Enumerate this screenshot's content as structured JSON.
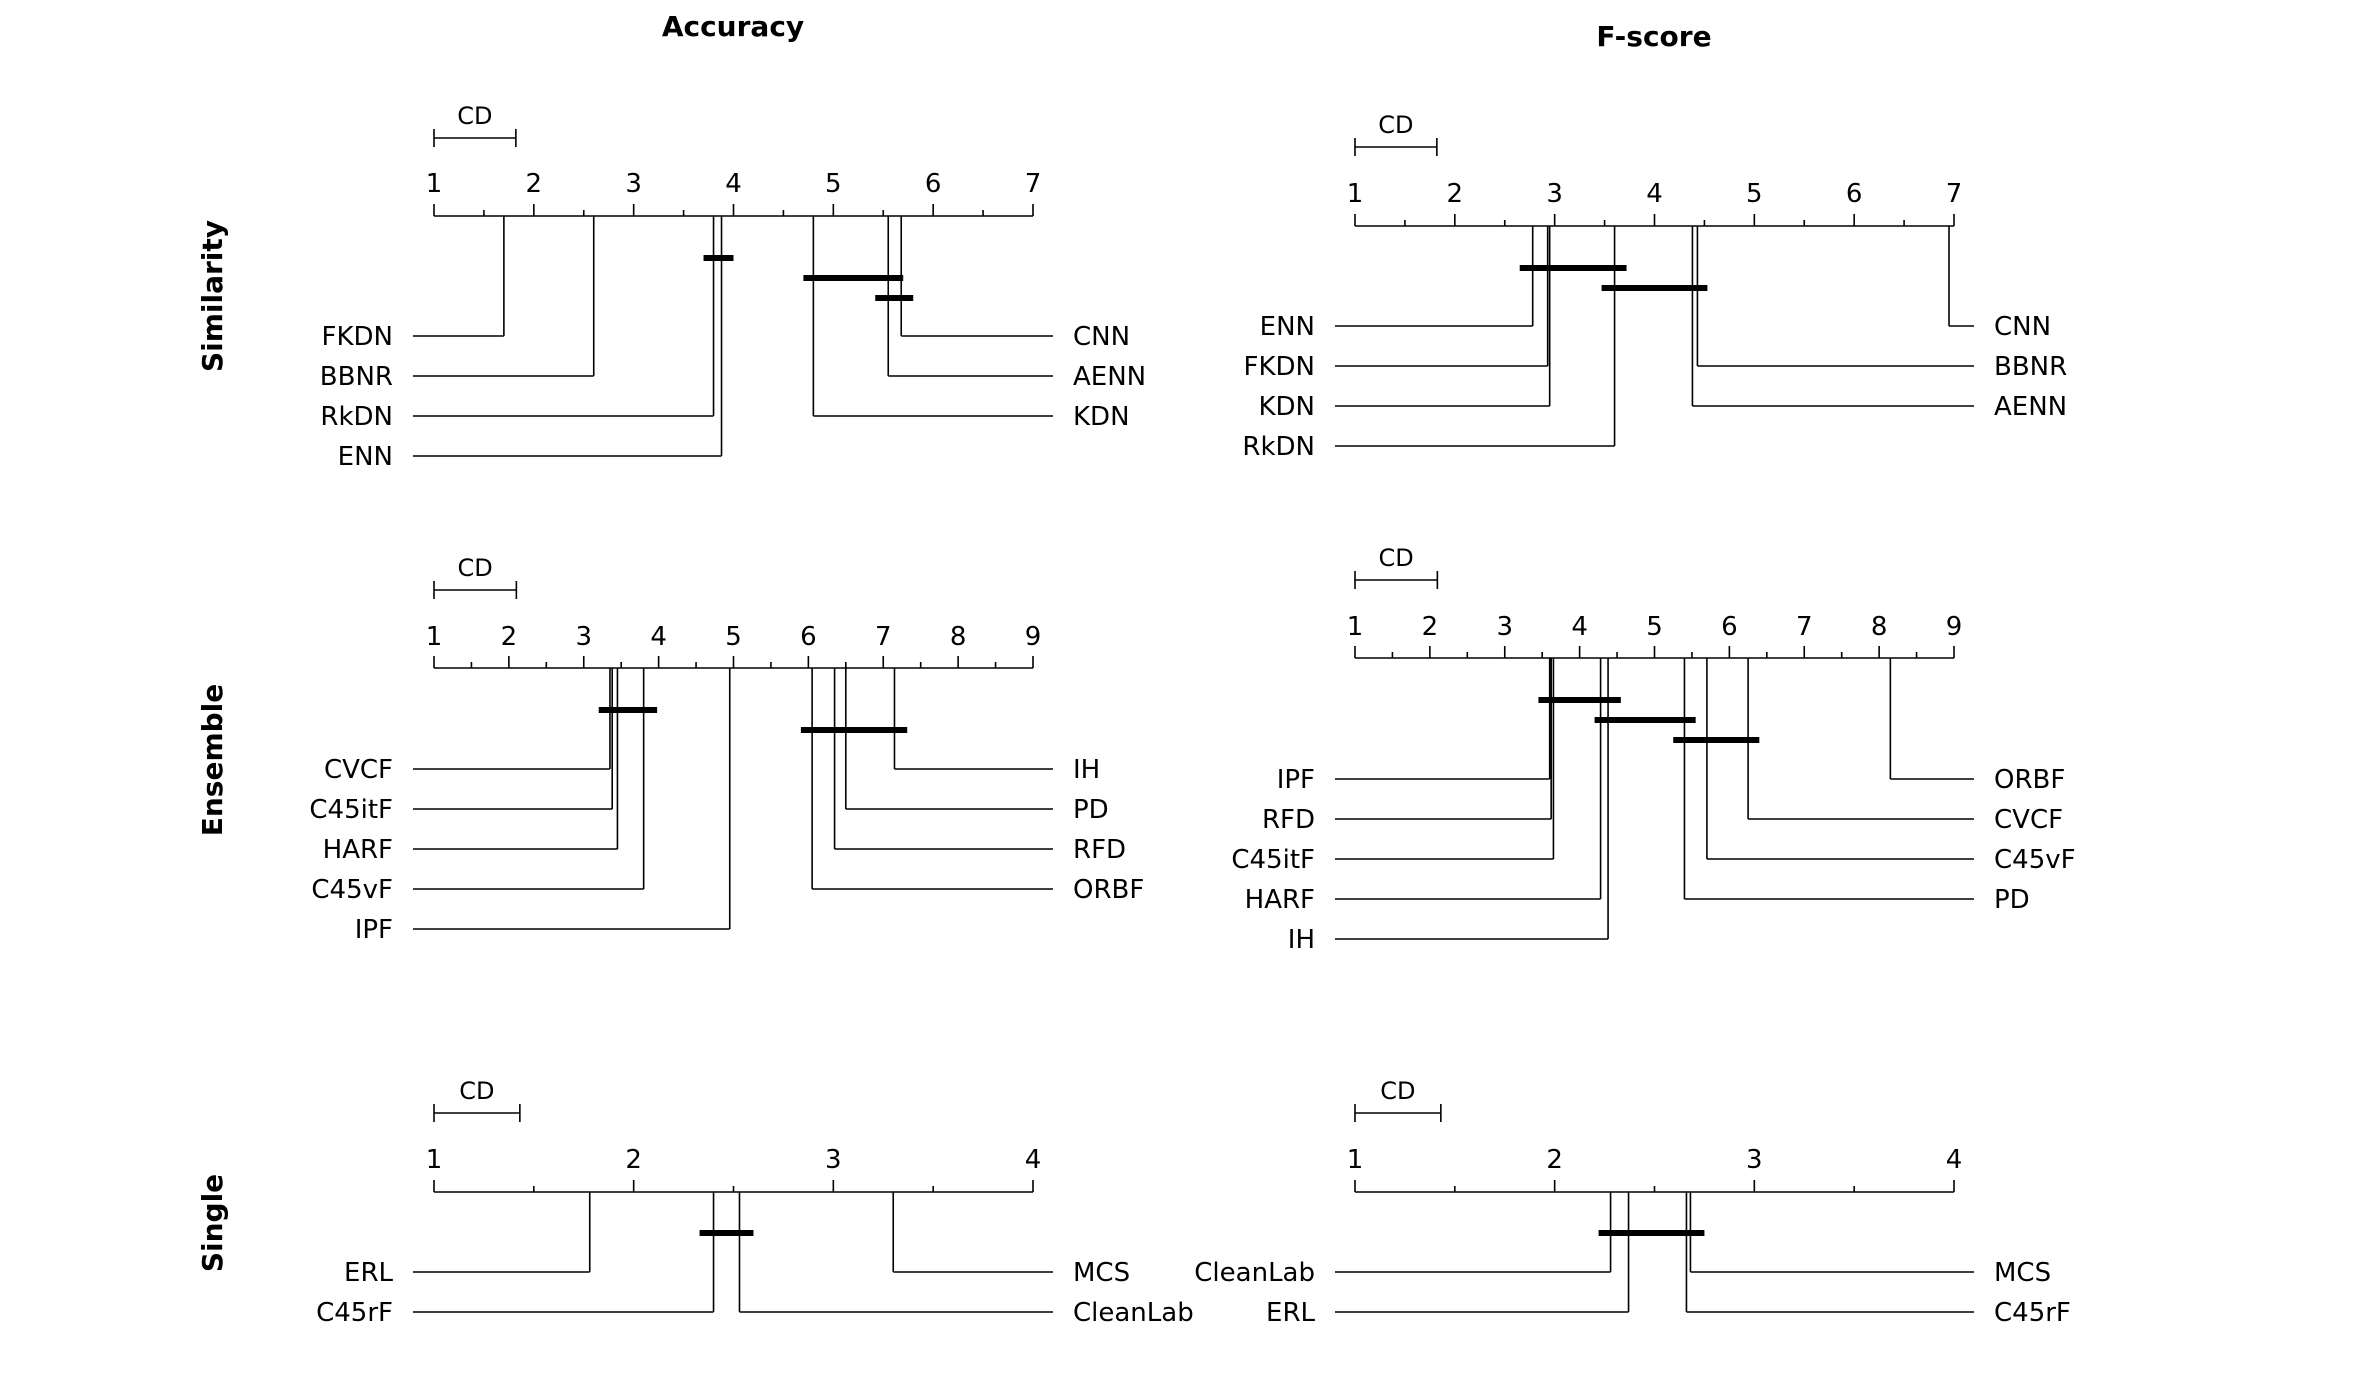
{
  "column_titles": [
    "Accuracy",
    "F-score"
  ],
  "row_titles": [
    "Similarity",
    "Ensemble",
    "Single"
  ],
  "chart_data": [
    {
      "type": "critical-difference",
      "column": "Accuracy",
      "row": "Similarity",
      "cd_label": "CD",
      "cd_value": 0.82,
      "axis_range": [
        1,
        7
      ],
      "ticks": [
        1,
        2,
        3,
        4,
        5,
        6,
        7
      ],
      "left_methods": [
        {
          "name": "FKDN",
          "rank": 1.7
        },
        {
          "name": "BBNR",
          "rank": 2.6
        },
        {
          "name": "RkDN",
          "rank": 3.8
        },
        {
          "name": "ENN",
          "rank": 3.88
        }
      ],
      "right_methods": [
        {
          "name": "CNN",
          "rank": 5.68
        },
        {
          "name": "AENN",
          "rank": 5.55
        },
        {
          "name": "KDN",
          "rank": 4.8
        }
      ],
      "cliques": [
        [
          3.7,
          4.0
        ],
        [
          4.7,
          5.7
        ],
        [
          5.42,
          5.8
        ]
      ]
    },
    {
      "type": "critical-difference",
      "column": "F-score",
      "row": "Similarity",
      "cd_label": "CD",
      "cd_value": 0.82,
      "axis_range": [
        1,
        7
      ],
      "ticks": [
        1,
        2,
        3,
        4,
        5,
        6,
        7
      ],
      "left_methods": [
        {
          "name": "ENN",
          "rank": 2.78
        },
        {
          "name": "FKDN",
          "rank": 2.93
        },
        {
          "name": "KDN",
          "rank": 2.95
        },
        {
          "name": "RkDN",
          "rank": 3.6
        }
      ],
      "right_methods": [
        {
          "name": "CNN",
          "rank": 6.95
        },
        {
          "name": "BBNR",
          "rank": 4.43
        },
        {
          "name": "AENN",
          "rank": 4.38
        }
      ],
      "cliques": [
        [
          2.65,
          3.72
        ],
        [
          3.47,
          4.53
        ]
      ]
    },
    {
      "type": "critical-difference",
      "column": "Accuracy",
      "row": "Ensemble",
      "cd_label": "CD",
      "cd_value": 1.1,
      "axis_range": [
        1,
        9
      ],
      "ticks": [
        1,
        2,
        3,
        4,
        5,
        6,
        7,
        8,
        9
      ],
      "left_methods": [
        {
          "name": "CVCF",
          "rank": 3.35
        },
        {
          "name": "C45itF",
          "rank": 3.38
        },
        {
          "name": "HARF",
          "rank": 3.45
        },
        {
          "name": "C45vF",
          "rank": 3.8
        },
        {
          "name": "IPF",
          "rank": 4.95
        }
      ],
      "right_methods": [
        {
          "name": "IH",
          "rank": 7.15
        },
        {
          "name": "PD",
          "rank": 6.5
        },
        {
          "name": "RFD",
          "rank": 6.35
        },
        {
          "name": "ORBF",
          "rank": 6.05
        }
      ],
      "cliques": [
        [
          3.2,
          3.98
        ],
        [
          5.9,
          7.32
        ]
      ]
    },
    {
      "type": "critical-difference",
      "column": "F-score",
      "row": "Ensemble",
      "cd_label": "CD",
      "cd_value": 1.1,
      "axis_range": [
        1,
        9
      ],
      "ticks": [
        1,
        2,
        3,
        4,
        5,
        6,
        7,
        8,
        9
      ],
      "left_methods": [
        {
          "name": "IPF",
          "rank": 3.6
        },
        {
          "name": "RFD",
          "rank": 3.62
        },
        {
          "name": "C45itF",
          "rank": 3.65
        },
        {
          "name": "HARF",
          "rank": 4.28
        },
        {
          "name": "IH",
          "rank": 4.38
        }
      ],
      "right_methods": [
        {
          "name": "ORBF",
          "rank": 8.15
        },
        {
          "name": "CVCF",
          "rank": 6.25
        },
        {
          "name": "C45vF",
          "rank": 5.7
        },
        {
          "name": "PD",
          "rank": 5.4
        }
      ],
      "cliques": [
        [
          3.45,
          4.55
        ],
        [
          4.2,
          5.55
        ],
        [
          5.25,
          6.4
        ]
      ]
    },
    {
      "type": "critical-difference",
      "column": "Accuracy",
      "row": "Single",
      "cd_label": "CD",
      "cd_value": 0.43,
      "axis_range": [
        1,
        4
      ],
      "ticks": [
        1,
        2,
        3,
        4
      ],
      "left_methods": [
        {
          "name": "ERL",
          "rank": 1.78
        },
        {
          "name": "C45rF",
          "rank": 2.4
        }
      ],
      "right_methods": [
        {
          "name": "MCS",
          "rank": 3.3
        },
        {
          "name": "CleanLab",
          "rank": 2.53
        }
      ],
      "cliques": [
        [
          2.33,
          2.6
        ]
      ]
    },
    {
      "type": "critical-difference",
      "column": "F-score",
      "row": "Single",
      "cd_label": "CD",
      "cd_value": 0.43,
      "axis_range": [
        1,
        4
      ],
      "ticks": [
        1,
        2,
        3,
        4
      ],
      "left_methods": [
        {
          "name": "CleanLab",
          "rank": 2.28
        },
        {
          "name": "ERL",
          "rank": 2.37
        }
      ],
      "right_methods": [
        {
          "name": "MCS",
          "rank": 2.68
        },
        {
          "name": "C45rF",
          "rank": 2.66
        }
      ],
      "cliques": [
        [
          2.22,
          2.75
        ]
      ]
    }
  ]
}
